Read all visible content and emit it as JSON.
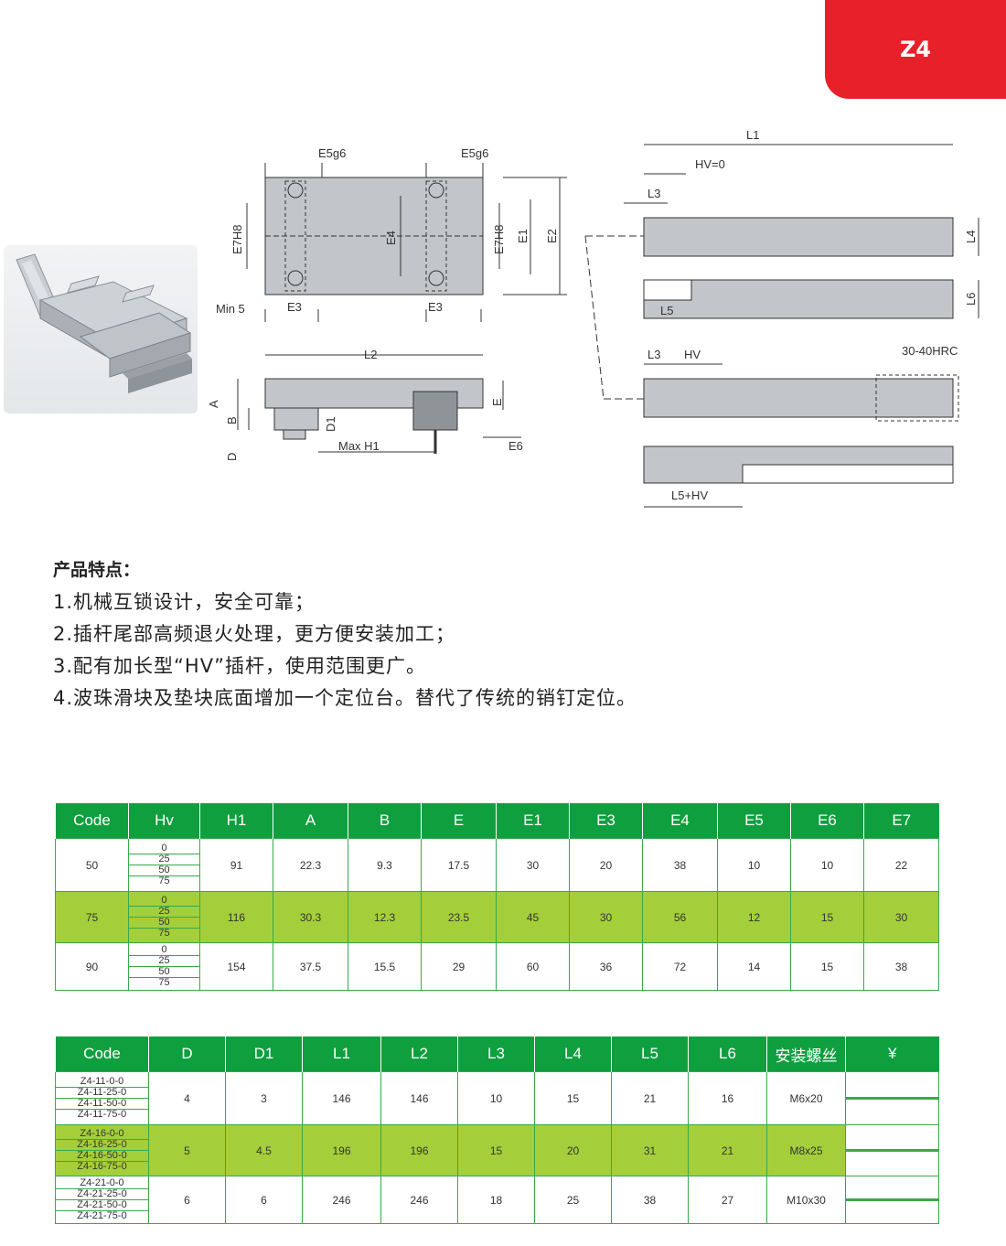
{
  "badge": "Z4",
  "drawing_labels": {
    "e5g6_left": "E5g6",
    "e5g6_right": "E5g6",
    "e7h8_left": "E7H8",
    "e7h8_right": "E7H8",
    "e4": "E4",
    "e1": "E1",
    "e2": "E2",
    "min5": "Min 5",
    "e3_left": "E3",
    "e3_right": "E3",
    "l2": "L2",
    "a": "A",
    "b": "B",
    "d": "D",
    "d1": "D1",
    "e": "E",
    "max_h1": "Max H1",
    "e6": "E6",
    "l1": "L1",
    "hv0": "HV=0",
    "l3_top": "L3",
    "l4": "L4",
    "l6": "L6",
    "l5": "L5",
    "l3_bottom": "L3",
    "hv": "HV",
    "hrc": "30-40HRC",
    "l5hv": "L5+HV"
  },
  "features": {
    "heading": "产品特点：",
    "items": [
      "1.机械互锁设计，安全可靠；",
      "2.插杆尾部高频退火处理，更方便安装加工；",
      "3.配有加长型“HV”插杆，使用范围更广。",
      "4.波珠滑块及垫块底面增加一个定位台。替代了传统的销钉定位。"
    ]
  },
  "table1": {
    "headers": [
      "Code",
      "Hv",
      "H1",
      "A",
      "B",
      "E",
      "E1",
      "E3",
      "E4",
      "E5",
      "E6",
      "E7"
    ],
    "rows": [
      {
        "code": "50",
        "hv": [
          "0",
          "25",
          "50",
          "75"
        ],
        "h1": "91",
        "a": "22.3",
        "b": "9.3",
        "e": "17.5",
        "e1": "30",
        "e3": "20",
        "e4": "38",
        "e5": "10",
        "e6": "10",
        "e7": "22"
      },
      {
        "code": "75",
        "hv": [
          "0",
          "25",
          "50",
          "75"
        ],
        "h1": "116",
        "a": "30.3",
        "b": "12.3",
        "e": "23.5",
        "e1": "45",
        "e3": "30",
        "e4": "56",
        "e5": "12",
        "e6": "15",
        "e7": "30"
      },
      {
        "code": "90",
        "hv": [
          "0",
          "25",
          "50",
          "75"
        ],
        "h1": "154",
        "a": "37.5",
        "b": "15.5",
        "e": "29",
        "e1": "60",
        "e3": "36",
        "e4": "72",
        "e5": "14",
        "e6": "15",
        "e7": "38"
      }
    ]
  },
  "table2": {
    "headers": [
      "Code",
      "D",
      "D1",
      "L1",
      "L2",
      "L3",
      "L4",
      "L5",
      "L6",
      "安装螺丝",
      "¥"
    ],
    "rows": [
      {
        "codes": [
          "Z4-11-0-0",
          "Z4-11-25-0",
          "Z4-11-50-0",
          "Z4-11-75-0"
        ],
        "d": "4",
        "d1": "3",
        "l1": "146",
        "l2": "146",
        "l3": "10",
        "l4": "15",
        "l5": "21",
        "l6": "16",
        "screw": "M6x20"
      },
      {
        "codes": [
          "Z4-16-0-0",
          "Z4-16-25-0",
          "Z4-16-50-0",
          "Z4-16-75-0"
        ],
        "d": "5",
        "d1": "4.5",
        "l1": "196",
        "l2": "196",
        "l3": "15",
        "l4": "20",
        "l5": "31",
        "l6": "21",
        "screw": "M8x25"
      },
      {
        "codes": [
          "Z4-21-0-0",
          "Z4-21-25-0",
          "Z4-21-50-0",
          "Z4-21-75-0"
        ],
        "d": "6",
        "d1": "6",
        "l1": "246",
        "l2": "246",
        "l3": "18",
        "l4": "25",
        "l5": "38",
        "l6": "27",
        "screw": "M10x30"
      }
    ]
  }
}
